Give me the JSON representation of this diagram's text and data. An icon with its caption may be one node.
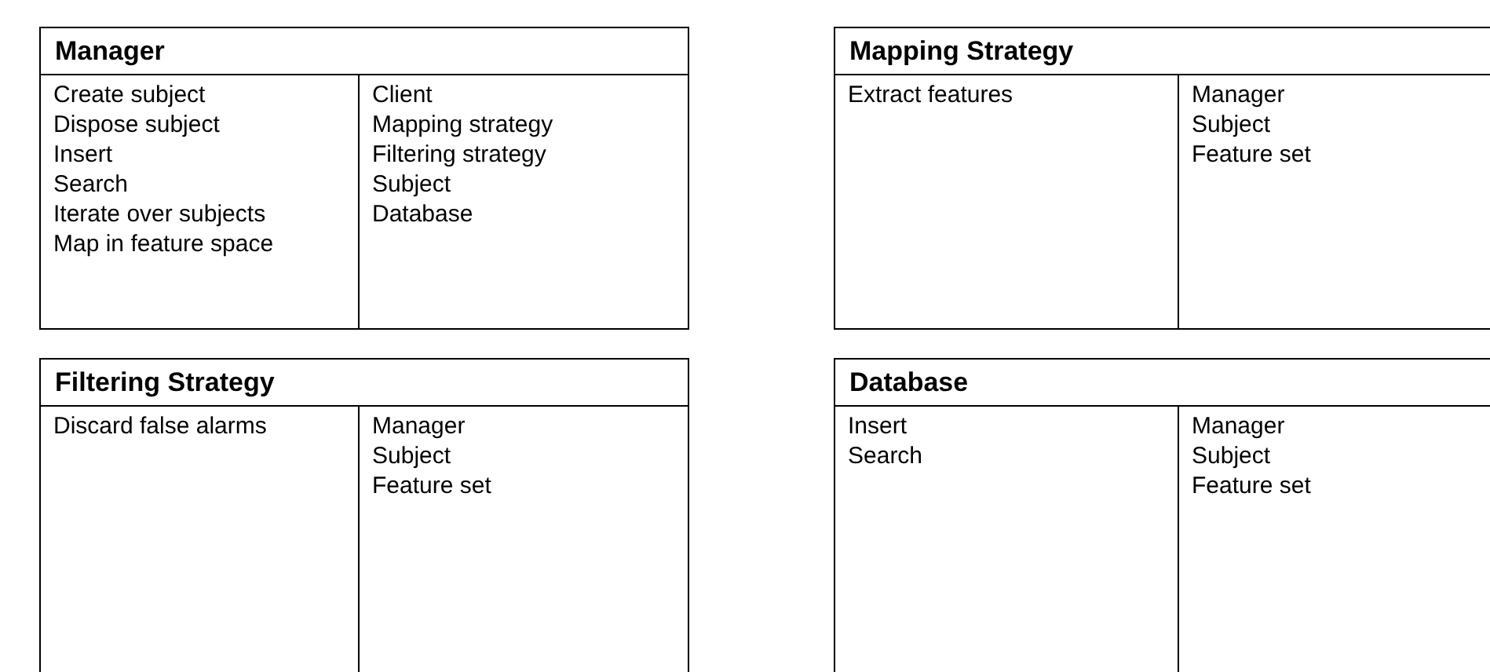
{
  "diagram": {
    "nodes": [
      {
        "text": [
          "Manager"
        ]
      },
      {
        "text": [
          "Create subject",
          "Dispose subject",
          "Insert",
          "Search",
          "Iterate over subjects",
          "Map in feature space"
        ],
        "in": 0
      },
      {
        "text": [
          "Client",
          "Mapping strategy",
          "Filtering strategy",
          "Subject",
          "Database"
        ],
        "in": 0
      },
      {
        "text": [
          "Mapping Strategy"
        ]
      },
      {
        "text": [
          "Extract features"
        ],
        "in": 3
      },
      {
        "text": [
          "Manager",
          "Subject",
          "Feature set"
        ],
        "in": 3
      },
      {
        "text": [
          "Filtering Strategy"
        ]
      },
      {
        "text": [
          "Discard false alarms"
        ],
        "in": 6
      },
      {
        "text": [
          "Manager",
          "Subject",
          "Feature set"
        ],
        "in": 6
      },
      {
        "text": [
          "Database"
        ]
      },
      {
        "text": [
          "Insert",
          "Search"
        ],
        "in": 9
      },
      {
        "text": [
          "Manager",
          "Subject",
          "Feature set"
        ],
        "in": 9
      }
    ]
  }
}
